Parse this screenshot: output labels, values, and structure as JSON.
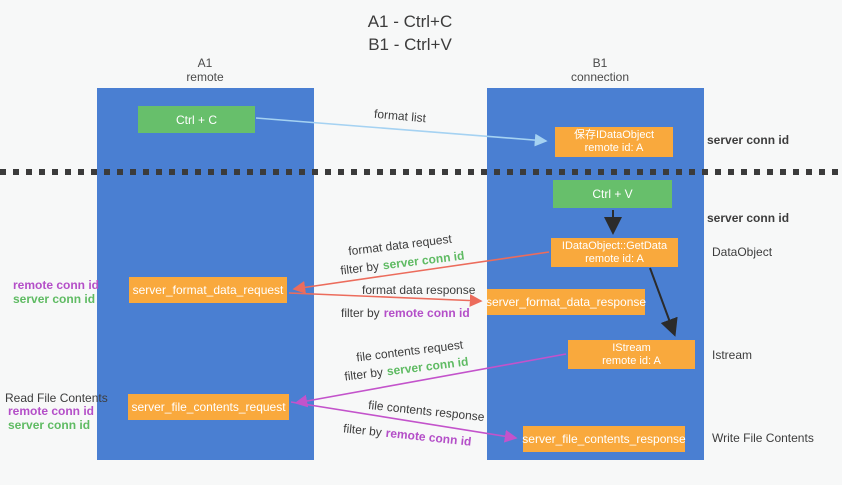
{
  "title": {
    "line1": "A1 - Ctrl+C",
    "line2": "B1 - Ctrl+V"
  },
  "lanes": {
    "a1": {
      "name": "A1",
      "role": "remote"
    },
    "b1": {
      "name": "B1",
      "role": "connection"
    }
  },
  "nodes": {
    "ctrl_c": {
      "label": "Ctrl + C"
    },
    "ctrl_v": {
      "label": "Ctrl + V"
    },
    "save_idataobject": {
      "line1": "保存IDataObject",
      "line2": "remote id: A"
    },
    "getdata": {
      "line1": "IDataObject::GetData",
      "line2": "remote id: A"
    },
    "istream": {
      "line1": "IStream",
      "line2": "remote id: A"
    },
    "server_format_data_request": {
      "label": "server_format_data_request"
    },
    "server_format_data_response": {
      "label": "server_format_data_response"
    },
    "server_file_contents_request": {
      "label": "server_file_contents_request"
    },
    "server_file_contents_response": {
      "label": "server_file_contents_response"
    }
  },
  "edge_labels": {
    "format_list": "format list",
    "format_data_request": "format data request",
    "format_data_response": "format data response",
    "file_contents_request": "file contents request",
    "file_contents_response": "file contents response",
    "filter_by": "filter by",
    "server_conn_id": "server conn id",
    "remote_conn_id": "remote conn id"
  },
  "side_labels": {
    "server_conn_id_top_right": "server conn id",
    "server_conn_id_mid_right": "server conn id",
    "dataobject_right": "DataObject",
    "istream_right": "Istream",
    "write_file_contents_right": "Write File Contents",
    "read_file_contents_left": "Read File Contents",
    "remote_conn_id_left_1": "remote conn id",
    "server_conn_id_left_1": "server conn id",
    "remote_conn_id_left_2": "remote conn id",
    "server_conn_id_left_2": "server conn id"
  },
  "colors": {
    "lane_blue": "#4a7fd2",
    "node_green": "#67bf6b",
    "node_orange": "#f9a93d",
    "arrow_light_blue": "#a5d2f2",
    "arrow_red": "#ec6c5c",
    "arrow_magenta": "#c353cb",
    "arrow_black": "#2b2b2b",
    "divider_black": "#3b3b3b",
    "text_green": "#5fbb63",
    "text_purple": "#b44fc8"
  }
}
